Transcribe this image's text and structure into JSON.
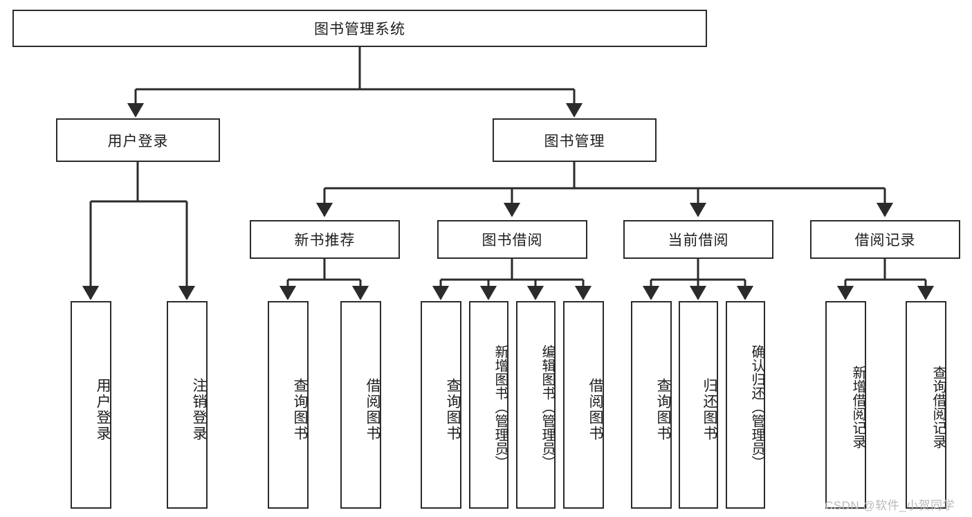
{
  "diagram": {
    "title": "图书管理系统",
    "type": "tree",
    "watermark": "CSDN @软件_小贺同学",
    "colors": {
      "stroke": "#2b2b2b",
      "fill": "#ffffff",
      "text": "#1d1d1d",
      "watermark": "#b9b9b9"
    },
    "root": {
      "id": "root",
      "label": "图书管理系统"
    },
    "level2": [
      {
        "id": "user-login",
        "label": "用户登录"
      },
      {
        "id": "book-manage",
        "label": "图书管理"
      }
    ],
    "level3": [
      {
        "id": "new-book-recommend",
        "label": "新书推荐",
        "parent": "book-manage"
      },
      {
        "id": "book-borrow",
        "label": "图书借阅",
        "parent": "book-manage"
      },
      {
        "id": "current-borrow",
        "label": "当前借阅",
        "parent": "book-manage"
      },
      {
        "id": "borrow-record",
        "label": "借阅记录",
        "parent": "book-manage"
      }
    ],
    "leaves": {
      "user_login": [
        {
          "id": "leaf-user-login",
          "label": "用户登录"
        },
        {
          "id": "leaf-user-logout",
          "label": "注销登录"
        }
      ],
      "new_book_recommend": [
        {
          "id": "leaf-query-book-1",
          "label": "查询图书"
        },
        {
          "id": "leaf-borrow-book-1",
          "label": "借阅图书"
        }
      ],
      "book_borrow": [
        {
          "id": "leaf-query-book-2",
          "label": "查询图书"
        },
        {
          "id": "leaf-add-book",
          "label": "新增图书（管理员）"
        },
        {
          "id": "leaf-edit-book",
          "label": "编辑图书（管理员）"
        },
        {
          "id": "leaf-borrow-book-2",
          "label": "借阅图书"
        }
      ],
      "current_borrow": [
        {
          "id": "leaf-query-book-3",
          "label": "查询图书"
        },
        {
          "id": "leaf-return-book",
          "label": "归还图书"
        },
        {
          "id": "leaf-confirm-return",
          "label": "确认归还（管理员）"
        }
      ],
      "borrow_record": [
        {
          "id": "leaf-add-record",
          "label": "新增借阅记录"
        },
        {
          "id": "leaf-query-record",
          "label": "查询借阅记录"
        }
      ]
    }
  }
}
